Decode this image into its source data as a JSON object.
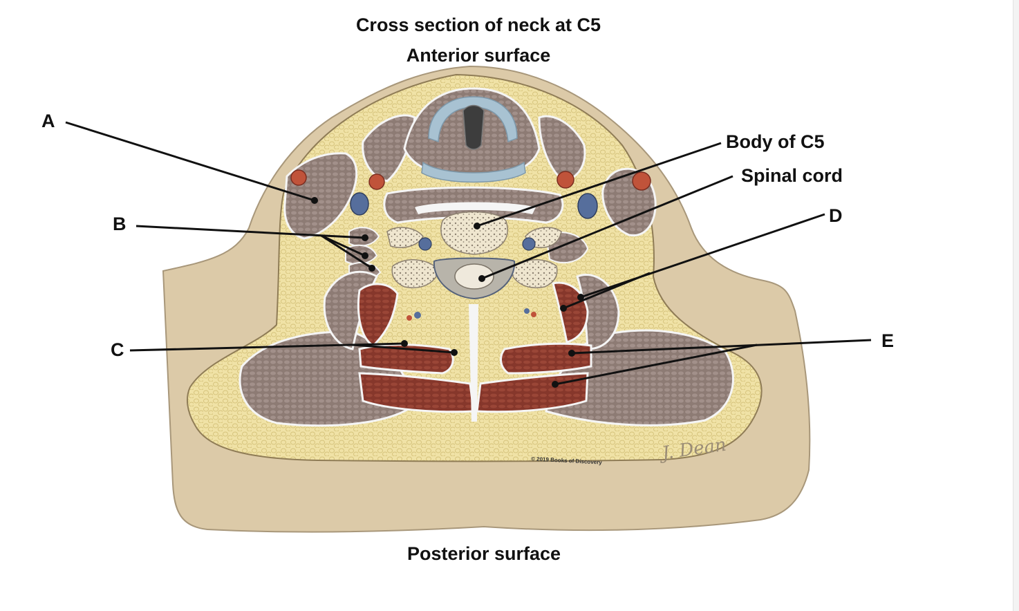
{
  "title_line1": "Cross section of neck at C5",
  "title_line2": "Anterior surface",
  "bottom_label": "Posterior surface",
  "labels": {
    "a": "A",
    "b": "B",
    "c": "C",
    "d": "D",
    "e": "E",
    "body_c5": "Body of C5",
    "spinal_cord": "Spinal cord"
  },
  "copyright": "© 2019 Books of Discovery",
  "signature": "J. Dean",
  "colors": {
    "skin": "#dccaa8",
    "fat": "#f0e2a6",
    "muscle": "#8d7b74",
    "deep_muscle": "#8b3a2e",
    "bone": "#efe6cf",
    "artery": "#c0533a",
    "vein": "#566e9c",
    "cartilage": "#a8c2d2"
  }
}
